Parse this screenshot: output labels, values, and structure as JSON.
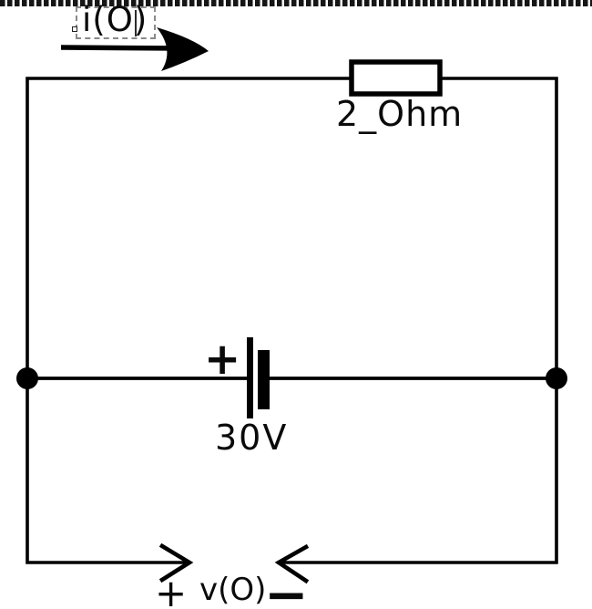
{
  "app": {
    "type": "schematic-editor-canvas",
    "background_color": "#ffffff",
    "ink_color": "#000000",
    "selection_dash_color": "#8a8a8a"
  },
  "labels": {
    "current": "i(O)",
    "resistor": "2_Ohm",
    "battery_plus": "+",
    "battery_value": "30V",
    "voltage_plus": "+",
    "voltage": "v(O)",
    "voltage_minus": "−"
  },
  "components": {
    "resistor": {
      "value_label": "2_Ohm",
      "symbol": "box-resistor"
    },
    "voltage_source": {
      "value_label": "30V",
      "polarity_plus_side": "left",
      "symbol": "battery-two-plates"
    },
    "current_arrow": {
      "label": "i(O)",
      "direction": "right"
    },
    "open_terminal": {
      "label": "+ v(O) −",
      "style": "inward-chevrons-with-gap"
    }
  },
  "editing": {
    "selected_text": "i(O)",
    "caret_visible": true,
    "handle_visible": true
  }
}
